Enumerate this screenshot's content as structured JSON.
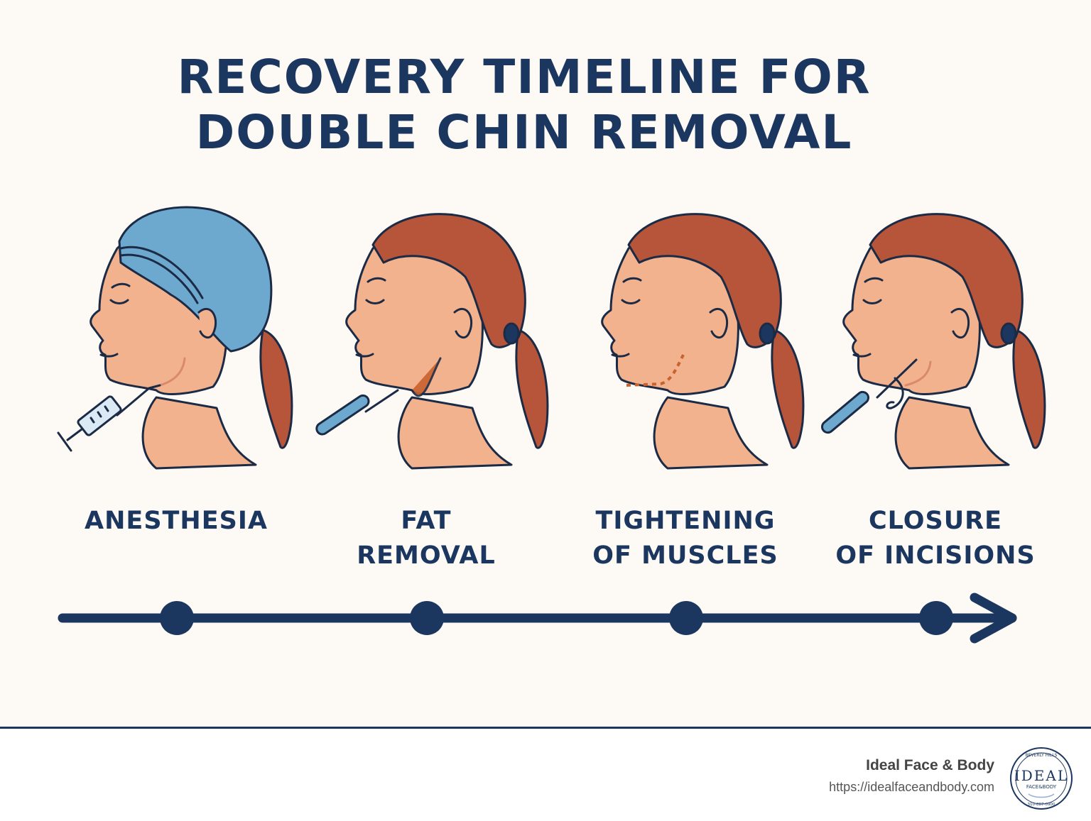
{
  "title": {
    "line1": "RECOVERY TIMELINE FOR",
    "line2": "DOUBLE CHIN REMOVAL"
  },
  "steps": [
    {
      "line1": "ANESTHESIA",
      "line2": "",
      "tool": "syringe-icon"
    },
    {
      "line1": "FAT",
      "line2": "REMOVAL",
      "tool": "cannula-icon"
    },
    {
      "line1": "TIGHTENING",
      "line2": "OF MUSCLES",
      "tool": "incision-marks"
    },
    {
      "line1": "CLOSURE",
      "line2": "OF INCISIONS",
      "tool": "suture-needle-icon"
    }
  ],
  "footer": {
    "brand": "Ideal Face & Body",
    "url": "https://idealfaceandbody.com"
  },
  "seal": {
    "text": "IDEAL",
    "subtext": "FACE&BODY",
    "top": "BEVERLY HILLS",
    "bottom": "310-887-0900"
  },
  "colors": {
    "navy": "#1b365f",
    "skin": "#f2b28e",
    "hair": "#b7553a",
    "cap": "#6da9cf",
    "background": "#fdfaf5"
  }
}
